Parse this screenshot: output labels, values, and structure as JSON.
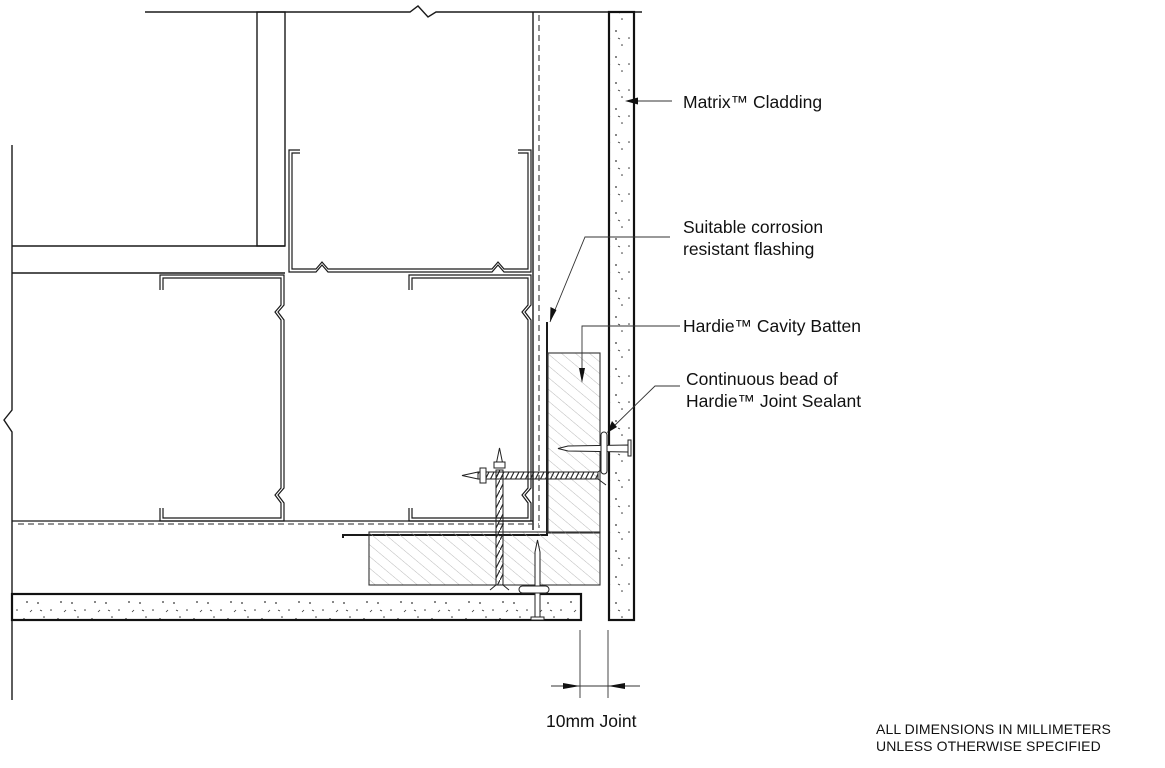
{
  "diagram": {
    "type": "architectural-section-detail",
    "subject": "External corner / base junction with cavity batten and cladding"
  },
  "callouts": [
    {
      "id": "cladding",
      "text": "Matrix™ Cladding"
    },
    {
      "id": "flashing_line1",
      "text": "Suitable corrosion"
    },
    {
      "id": "flashing_line2",
      "text": "resistant flashing"
    },
    {
      "id": "batten",
      "text": "Hardie™ Cavity Batten"
    },
    {
      "id": "sealant_line1",
      "text": "Continuous bead of"
    },
    {
      "id": "sealant_line2",
      "text": "Hardie™ Joint Sealant"
    }
  ],
  "dimension": {
    "value": "10mm",
    "label": "10mm Joint"
  },
  "notes": {
    "line1": "ALL DIMENSIONS IN MILLIMETERS",
    "line2": "UNLESS OTHERWISE SPECIFIED"
  },
  "colors": {
    "line": "#1a1a1a",
    "hatch": "#9a9a9a",
    "background": "#ffffff"
  }
}
